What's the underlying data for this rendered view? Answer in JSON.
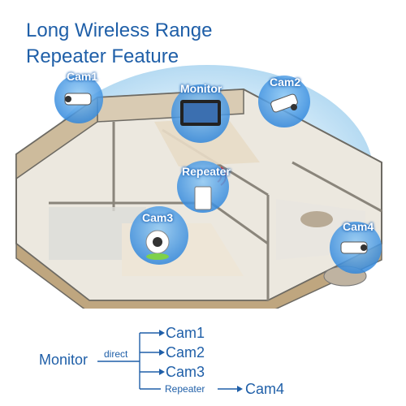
{
  "title": {
    "line1": "Long Wireless Range",
    "line2": "Repeater Feature"
  },
  "nodes": {
    "cam1": "Cam1",
    "monitor": "Monitor",
    "cam2": "Cam2",
    "repeater": "Repeater",
    "cam3": "Cam3",
    "cam4": "Cam4"
  },
  "flow": {
    "source": "Monitor",
    "link": "direct",
    "targets": [
      "Cam1",
      "Cam2",
      "Cam3"
    ],
    "relay": "Repeater",
    "relay_target": "Cam4"
  },
  "colors": {
    "accent": "#1f5fa8",
    "coverage": "#bfe0f5",
    "bubble": "#3a8ee0"
  }
}
